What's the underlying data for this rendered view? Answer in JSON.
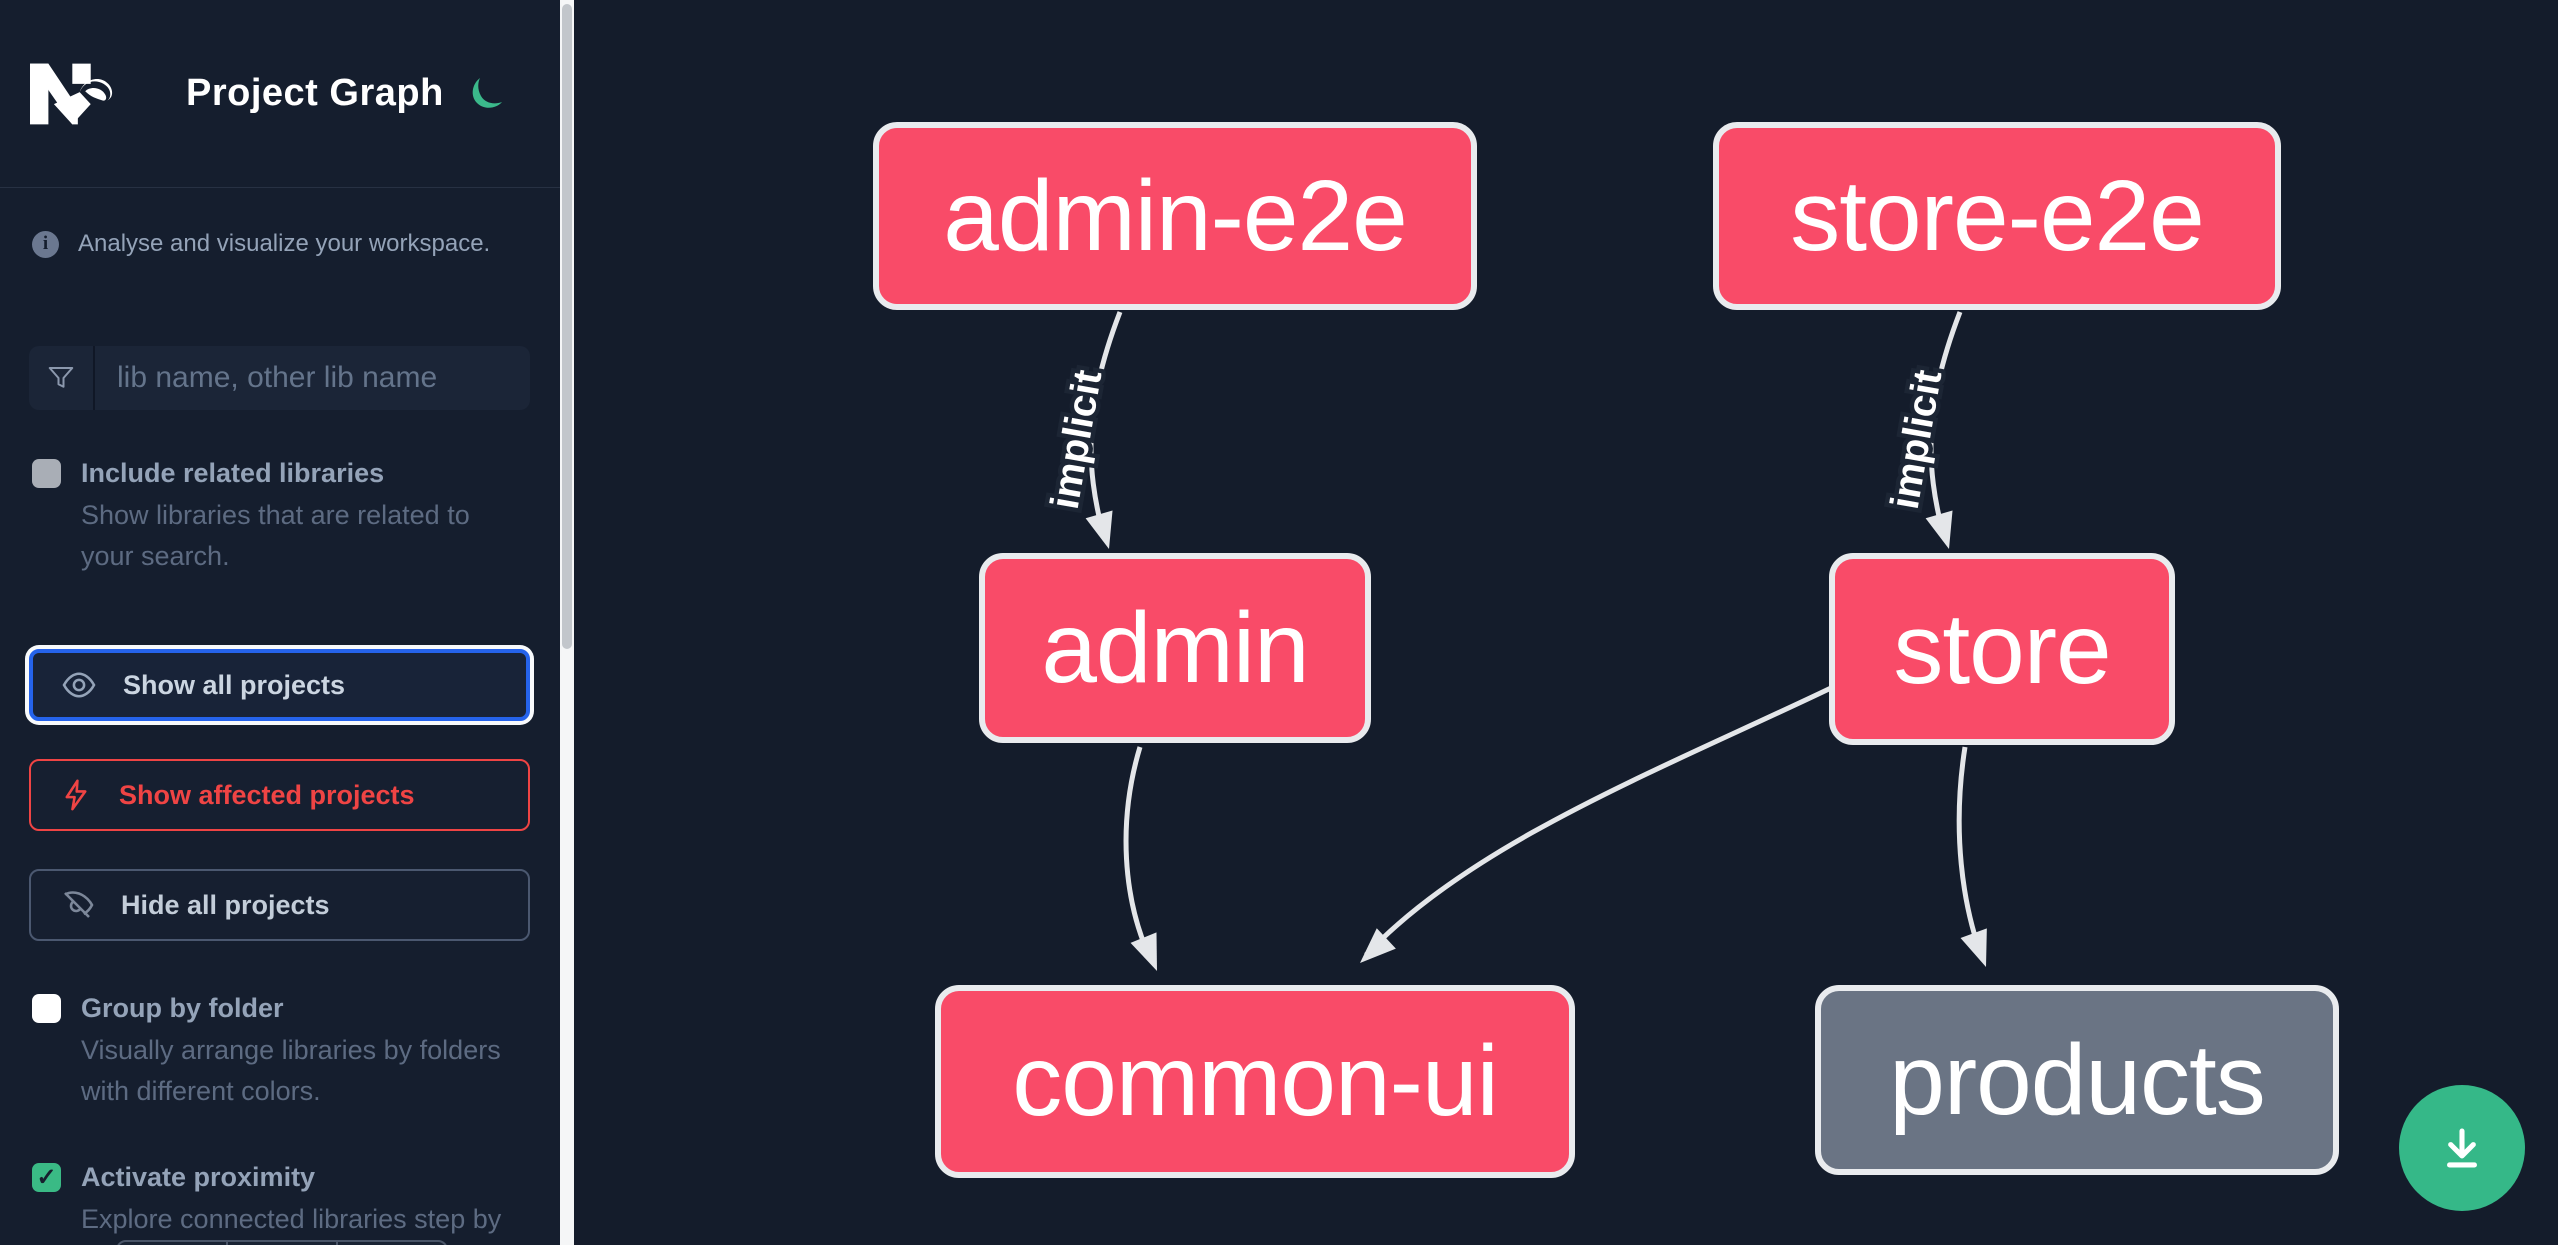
{
  "header": {
    "logo_text": "Nx",
    "app_title": "Project Graph"
  },
  "sidebar": {
    "info_text": "Analyse and visualize your workspace.",
    "search": {
      "placeholder": "lib name, other lib name",
      "value": ""
    },
    "options": [
      {
        "label": "Include related libraries",
        "description": "Show libraries that are related to your search.",
        "checked": false
      },
      {
        "label": "Group by folder",
        "description": "Visually arrange libraries by folders with different colors.",
        "checked": false
      },
      {
        "label": "Activate proximity",
        "description": "Explore connected libraries step by step.",
        "checked": true
      }
    ],
    "actions": [
      {
        "label": "Show all projects"
      },
      {
        "label": "Show affected projects"
      },
      {
        "label": "Hide all projects"
      }
    ]
  },
  "graph": {
    "nodes": [
      {
        "id": "admin-e2e",
        "label": "admin-e2e",
        "status": "affected"
      },
      {
        "id": "store-e2e",
        "label": "store-e2e",
        "status": "affected"
      },
      {
        "id": "admin",
        "label": "admin",
        "status": "affected"
      },
      {
        "id": "store",
        "label": "store",
        "status": "affected"
      },
      {
        "id": "common-ui",
        "label": "common-ui",
        "status": "affected"
      },
      {
        "id": "products",
        "label": "products",
        "status": "not-affected"
      }
    ],
    "edges": [
      {
        "from": "admin-e2e",
        "to": "admin",
        "label": "implicit"
      },
      {
        "from": "store-e2e",
        "to": "store",
        "label": "implicit"
      },
      {
        "from": "admin",
        "to": "common-ui",
        "label": ""
      },
      {
        "from": "store",
        "to": "common-ui",
        "label": ""
      },
      {
        "from": "store",
        "to": "products",
        "label": ""
      }
    ]
  },
  "icons": {
    "checkmark": "✓",
    "info": "i"
  },
  "colors": {
    "affected_node": "#f94b68",
    "unaffected_node": "#6a7484",
    "node_border": "#e9ebee",
    "edge": "#e4e6e9",
    "accent_green": "#3bb98b",
    "focus_blue": "#2563eb",
    "danger_red": "#ef4444",
    "sidebar_bg": "#151e2e",
    "canvas_bg": "#141c2b"
  }
}
